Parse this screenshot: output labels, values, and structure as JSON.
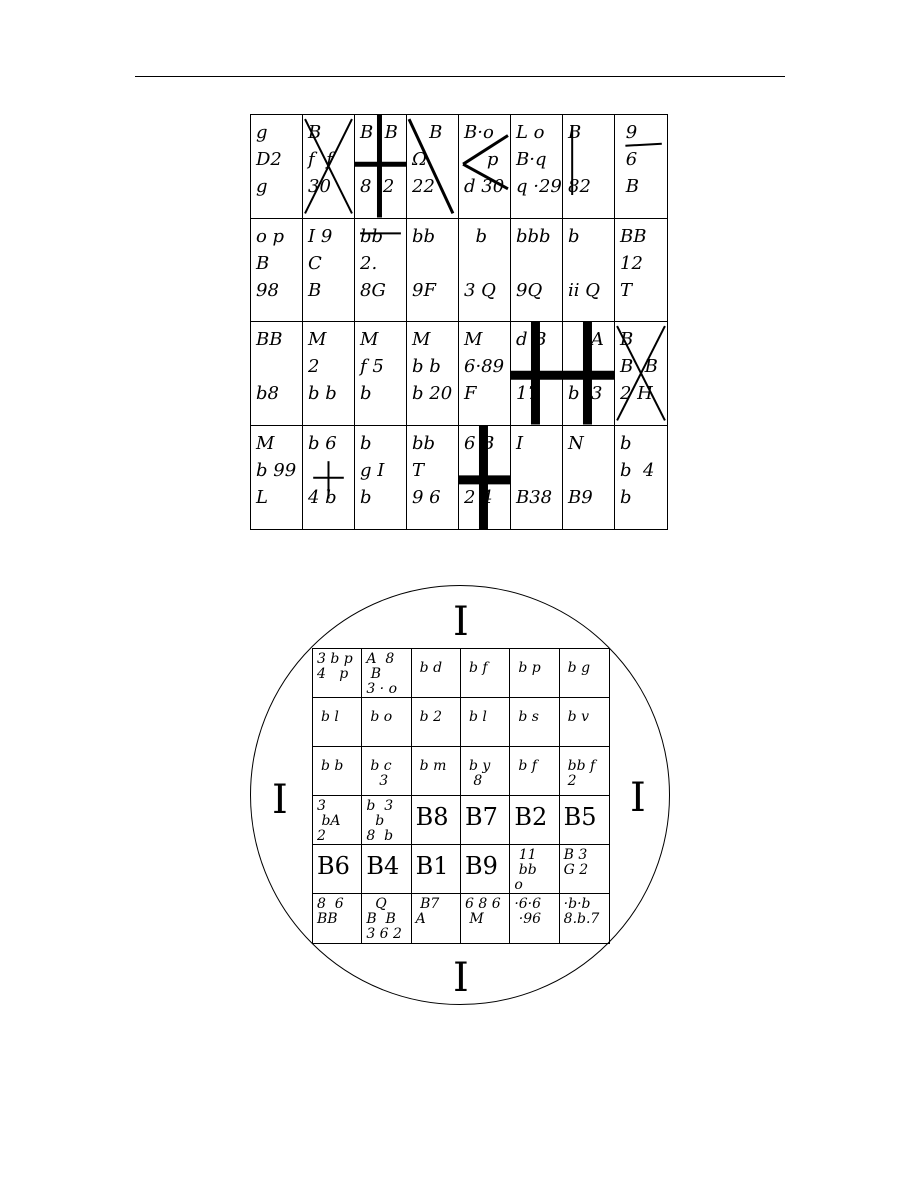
{
  "upper_grid": {
    "rows": [
      [
        {
          "lines": [
            "g",
            "D2",
            "g"
          ],
          "marks": []
        },
        {
          "lines": [
            "B",
            "f  f",
            "30"
          ],
          "marks": [
            "x-cross"
          ]
        },
        {
          "lines": [
            "B  B",
            "",
            "8  2"
          ],
          "marks": [
            "plus-cross"
          ]
        },
        {
          "lines": [
            "   B",
            "Ω",
            "22"
          ],
          "marks": [
            "diag-backslash"
          ]
        },
        {
          "lines": [
            "B·o",
            "    p",
            "d 30"
          ],
          "marks": [
            "chevron"
          ]
        },
        {
          "lines": [
            "L o",
            "B·q",
            "q ·29"
          ],
          "marks": []
        },
        {
          "lines": [
            "B",
            "",
            "82"
          ],
          "marks": [
            "vertical-left"
          ]
        },
        {
          "lines": [
            " 9",
            " 6",
            " B"
          ],
          "marks": [
            "fraction-bar"
          ]
        }
      ],
      [
        {
          "lines": [
            "o p",
            "B",
            "98"
          ],
          "marks": []
        },
        {
          "lines": [
            "I 9",
            "C",
            "B"
          ],
          "marks": []
        },
        {
          "lines": [
            "bb",
            "2.",
            "8G"
          ],
          "marks": [
            "top-bar"
          ]
        },
        {
          "lines": [
            "bb",
            "",
            "9F"
          ],
          "marks": []
        },
        {
          "lines": [
            "  b",
            "",
            "3 Q"
          ],
          "marks": []
        },
        {
          "lines": [
            "bbb",
            "",
            "9Q"
          ],
          "marks": []
        },
        {
          "lines": [
            "b",
            "",
            "ii Q"
          ],
          "marks": []
        },
        {
          "lines": [
            "BB",
            "12",
            "T"
          ],
          "marks": []
        }
      ],
      [
        {
          "lines": [
            "BB",
            "",
            "b8"
          ],
          "marks": []
        },
        {
          "lines": [
            "M",
            "2",
            "b b"
          ],
          "marks": []
        },
        {
          "lines": [
            "M",
            "f 5",
            "b"
          ],
          "marks": []
        },
        {
          "lines": [
            "M",
            "b b",
            "b 20"
          ],
          "marks": []
        },
        {
          "lines": [
            "M",
            "6·89",
            "F"
          ],
          "marks": []
        },
        {
          "lines": [
            "d B",
            "",
            "17"
          ],
          "marks": [
            "heavy-cross"
          ]
        },
        {
          "lines": [
            "    A",
            "",
            "b  3"
          ],
          "marks": [
            "heavy-cross"
          ]
        },
        {
          "lines": [
            "B",
            "B  B",
            "2 H"
          ],
          "marks": [
            "x-cross"
          ]
        }
      ],
      [
        {
          "lines": [
            "M",
            "b 99",
            "L"
          ],
          "marks": []
        },
        {
          "lines": [
            "b 6",
            "",
            "4 b"
          ],
          "marks": [
            "small-cross"
          ]
        },
        {
          "lines": [
            "b",
            "g I",
            "b"
          ],
          "marks": []
        },
        {
          "lines": [
            "bb",
            "T",
            "9 6"
          ],
          "marks": []
        },
        {
          "lines": [
            "6 B",
            "",
            "2 4"
          ],
          "marks": [
            "heavy-cross"
          ]
        },
        {
          "lines": [
            "I",
            "",
            "B38"
          ],
          "marks": []
        },
        {
          "lines": [
            "N",
            "",
            "B9"
          ],
          "marks": []
        },
        {
          "lines": [
            "b",
            "b  4",
            "b"
          ],
          "marks": []
        }
      ]
    ]
  },
  "seal": {
    "rim_top": "I",
    "rim_bottom": "I",
    "rim_left": "I",
    "rim_right": "I"
  },
  "lower_grid": {
    "rows": [
      [
        {
          "lines": [
            "3 b p",
            "4   p"
          ],
          "style": "small"
        },
        {
          "lines": [
            "A  8",
            " B",
            "3 · o"
          ],
          "style": "small"
        },
        {
          "lines": [
            "b d"
          ],
          "style": "mid"
        },
        {
          "lines": [
            "b f"
          ],
          "style": "mid"
        },
        {
          "lines": [
            "b p"
          ],
          "style": "mid"
        },
        {
          "lines": [
            "b g"
          ],
          "style": "mid"
        }
      ],
      [
        {
          "lines": [
            "b l"
          ],
          "style": "mid"
        },
        {
          "lines": [
            "b o"
          ],
          "style": "mid"
        },
        {
          "lines": [
            "b 2"
          ],
          "style": "mid"
        },
        {
          "lines": [
            "b l"
          ],
          "style": "mid"
        },
        {
          "lines": [
            "b s"
          ],
          "style": "mid"
        },
        {
          "lines": [
            "b v"
          ],
          "style": "mid"
        }
      ],
      [
        {
          "lines": [
            "b b"
          ],
          "style": "mid"
        },
        {
          "lines": [
            "b c",
            "  3"
          ],
          "style": "mid"
        },
        {
          "lines": [
            "b m"
          ],
          "style": "mid"
        },
        {
          "lines": [
            "b y",
            " 8"
          ],
          "style": "mid"
        },
        {
          "lines": [
            "b f"
          ],
          "style": "mid"
        },
        {
          "lines": [
            "bb f",
            "2"
          ],
          "style": "mid"
        }
      ],
      [
        {
          "lines": [
            "3",
            " bA",
            "2"
          ],
          "style": "small"
        },
        {
          "lines": [
            "b  3",
            "  b",
            "8  b"
          ],
          "style": "small"
        },
        {
          "lines": [
            "B8"
          ],
          "style": "big"
        },
        {
          "lines": [
            "B7"
          ],
          "style": "big"
        },
        {
          "lines": [
            "B2"
          ],
          "style": "big"
        },
        {
          "lines": [
            "B5"
          ],
          "style": "big"
        }
      ],
      [
        {
          "lines": [
            "B6"
          ],
          "style": "big"
        },
        {
          "lines": [
            "B4"
          ],
          "style": "big"
        },
        {
          "lines": [
            "B1"
          ],
          "style": "big"
        },
        {
          "lines": [
            "B9"
          ],
          "style": "big"
        },
        {
          "lines": [
            " 11",
            " bb",
            "o"
          ],
          "style": "small"
        },
        {
          "lines": [
            "B 3",
            "G 2"
          ],
          "style": "small"
        }
      ],
      [
        {
          "lines": [
            "8  6",
            "BB"
          ],
          "style": "small"
        },
        {
          "lines": [
            "  Q",
            "B  B",
            "3 6 2"
          ],
          "style": "small"
        },
        {
          "lines": [
            " B7",
            "A"
          ],
          "style": "small"
        },
        {
          "lines": [
            "6 8 6",
            " M"
          ],
          "style": "small"
        },
        {
          "lines": [
            "·6·6",
            " ·96"
          ],
          "style": "small"
        },
        {
          "lines": [
            "·b·b",
            "8.b.7"
          ],
          "style": "small"
        }
      ]
    ]
  }
}
